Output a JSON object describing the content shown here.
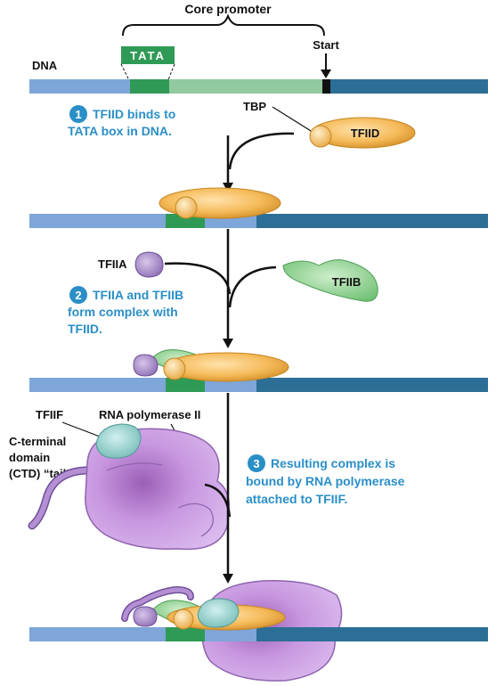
{
  "labels": {
    "core_promoter": "Core promoter",
    "tata": "TATA",
    "start": "Start",
    "dna": "DNA",
    "tbp": "TBP",
    "tfiid": "TFIID",
    "tfiia": "TFIIA",
    "tfiib": "TFIIB",
    "tfiif": "TFIIF",
    "rna_pol": "RNA polymerase II",
    "ctd_1": "C-terminal",
    "ctd_2": "domain",
    "ctd_3": "(CTD) “tail”"
  },
  "steps": [
    {
      "number": "1",
      "lines": [
        "TFIID binds to",
        "TATA box in DNA."
      ]
    },
    {
      "number": "2",
      "lines": [
        "TFIIA and TFIIB",
        "form complex with",
        "TFIID."
      ]
    },
    {
      "number": "3",
      "lines": [
        "Resulting complex is",
        "bound by RNA polymerase",
        "attached to TFIIF."
      ]
    }
  ],
  "colors": {
    "dna_light_blue": "#7ea6d8",
    "dna_dark_blue": "#2d6e96",
    "tata_green": "#2f9a55",
    "promoter_light_green": "#93c9a0",
    "tfiid_orange": "#f0b24e",
    "tfiia_purple": "#a58cc7",
    "tfiib_green": "#86cc86",
    "tfiif_teal": "#86c9c6",
    "polymerase_purple": "#c79be0",
    "step_blue": "#2a8fc7"
  }
}
